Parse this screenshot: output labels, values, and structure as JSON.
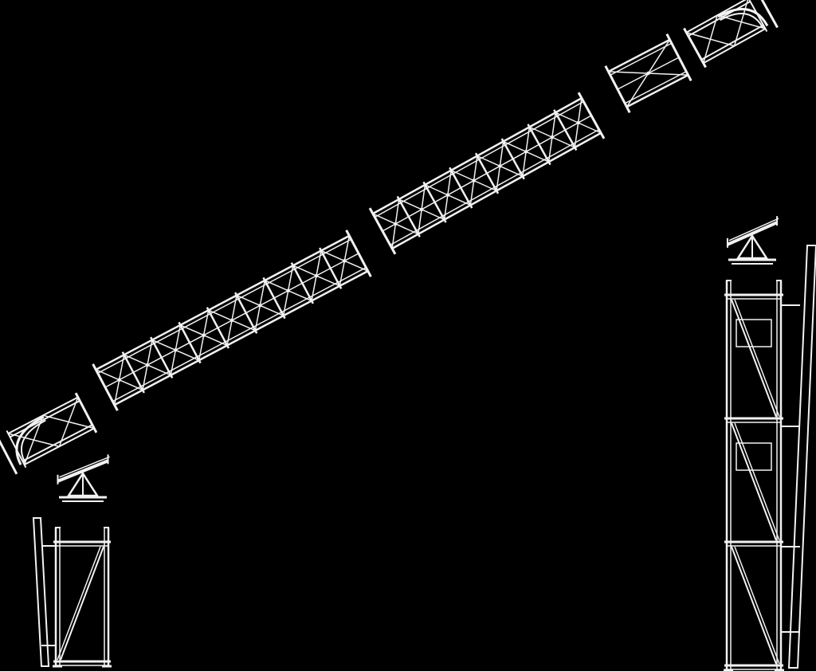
{
  "diagram": {
    "background_color": "#000000",
    "line_color": "#f2f2f2",
    "components": [
      {
        "name": "left-scaffold-tower",
        "stories": 1
      },
      {
        "name": "left-truss-support",
        "type": "saddle"
      },
      {
        "name": "left-end-truss-segment",
        "type": "curved-end"
      },
      {
        "name": "roof-truss-segment-1",
        "bays": 9
      },
      {
        "name": "roof-truss-segment-2",
        "bays": 8
      },
      {
        "name": "roof-truss-connector-segment",
        "bays": 1
      },
      {
        "name": "right-end-truss-segment",
        "type": "curved-end"
      },
      {
        "name": "right-truss-support",
        "type": "saddle"
      },
      {
        "name": "right-scaffold-tower",
        "stories": 3
      }
    ]
  }
}
